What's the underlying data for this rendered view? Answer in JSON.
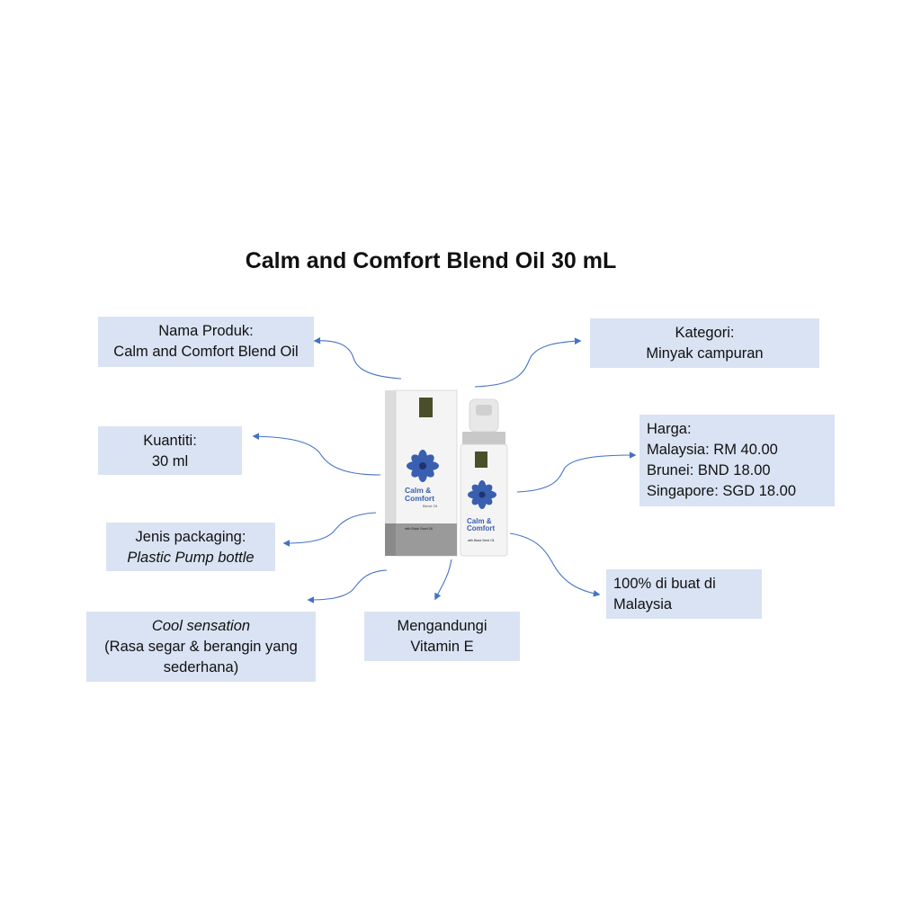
{
  "title": "Calm and Comfort Blend Oil 30 mL",
  "boxes": {
    "nama_produk": {
      "label": "Nama Produk:",
      "value": "Calm and Comfort Blend Oil"
    },
    "kategori": {
      "label": "Kategori:",
      "value": "Minyak campuran"
    },
    "kuantiti": {
      "label": "Kuantiti:",
      "value": "30 ml"
    },
    "harga": {
      "label": "Harga:",
      "lines": [
        "Malaysia: RM 40.00",
        "Brunei: BND 18.00",
        "Singapore: SGD 18.00"
      ]
    },
    "jenis_packaging": {
      "label": "Jenis packaging:",
      "value": "Plastic Pump bottle"
    },
    "buatan": {
      "lines": [
        "100% di buat di",
        "Malaysia"
      ]
    },
    "sensation": {
      "label": "Cool sensation",
      "lines": [
        "(Rasa segar & berangin yang",
        "sederhana)"
      ]
    },
    "vitamin": {
      "lines": [
        "Mengandungi",
        "Vitamin E"
      ]
    }
  },
  "product": {
    "box_name_line1": "Calm &",
    "box_name_line2": "Comfort",
    "box_sub": "Blend Oil",
    "box_footer": "with Black Seed Oil",
    "bottle_name_line1": "Calm &",
    "bottle_name_line2": "Comfort",
    "bottle_footer": "with Black Seed Oil"
  },
  "colors": {
    "box_fill": "#dae3f3",
    "arrow": "#4472c4",
    "flower": "#3a5fb0"
  }
}
